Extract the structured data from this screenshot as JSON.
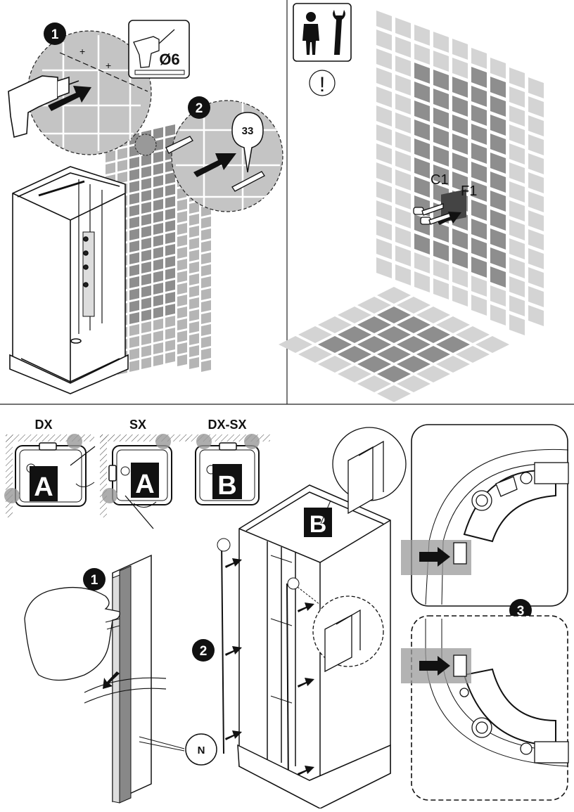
{
  "labels": {
    "step1": "1",
    "step2": "2",
    "step3": "3",
    "drill_size": "Ø6",
    "plug_ref": "33",
    "conn_c1": "C1",
    "conn_f1": "F1",
    "warning": "!",
    "dx": "DX",
    "sx": "SX",
    "dxsx": "DX-SX",
    "box_a": "A",
    "box_b": "B",
    "part_n": "N"
  },
  "colors": {
    "ink": "#111111",
    "tile": "#b5b5b5",
    "tile_dark": "#8e8e8e",
    "tile_light": "#d4d4d4",
    "highlight": "#9a9a9a"
  },
  "icons": [
    "drill-icon",
    "person-icon",
    "wrench-icon",
    "warning-icon",
    "arrow-icon",
    "hand-icon",
    "wall-plug-icon"
  ]
}
